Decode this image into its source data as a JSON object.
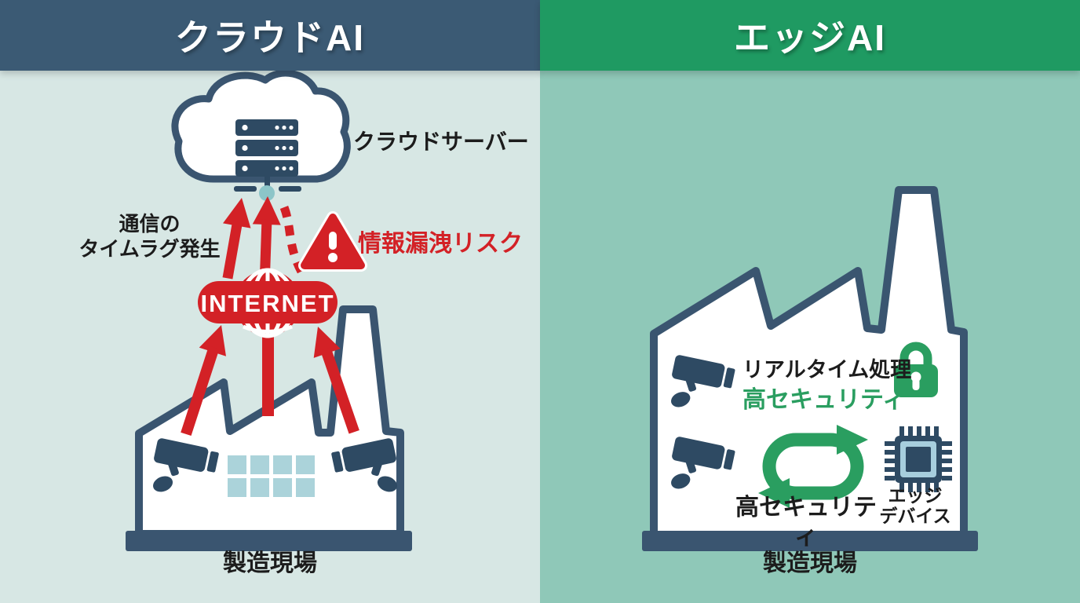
{
  "colors": {
    "left_header_bg": "#3b5a74",
    "right_header_bg": "#1f9a62",
    "left_bg": "#d7e7e4",
    "right_bg": "#8fc8b8",
    "navy": "#3a5570",
    "navy2": "#2e4a63",
    "red": "#d32126",
    "green": "#2a9e60",
    "window_teal": "#abd3da",
    "chip_light": "#a7cedd",
    "node_teal": "#8cc5c8",
    "ink": "#1c1c1c"
  },
  "left_panel": {
    "title": "クラウドAI",
    "cloud_server_label": "クラウドサーバー",
    "latency_line1": "通信の",
    "latency_line2": "タイムラグ発生",
    "internet_label": "INTERNET",
    "risk_label": "情報漏洩リスク",
    "site_label": "製造現場"
  },
  "right_panel": {
    "title": "エッジAI",
    "realtime_label": "リアルタイム処理",
    "security_label": "高セキュリティ",
    "loop_label": "高セキュリティ",
    "edge_device_line1": "エッジ",
    "edge_device_line2": "デバイス",
    "site_label": "製造現場"
  }
}
